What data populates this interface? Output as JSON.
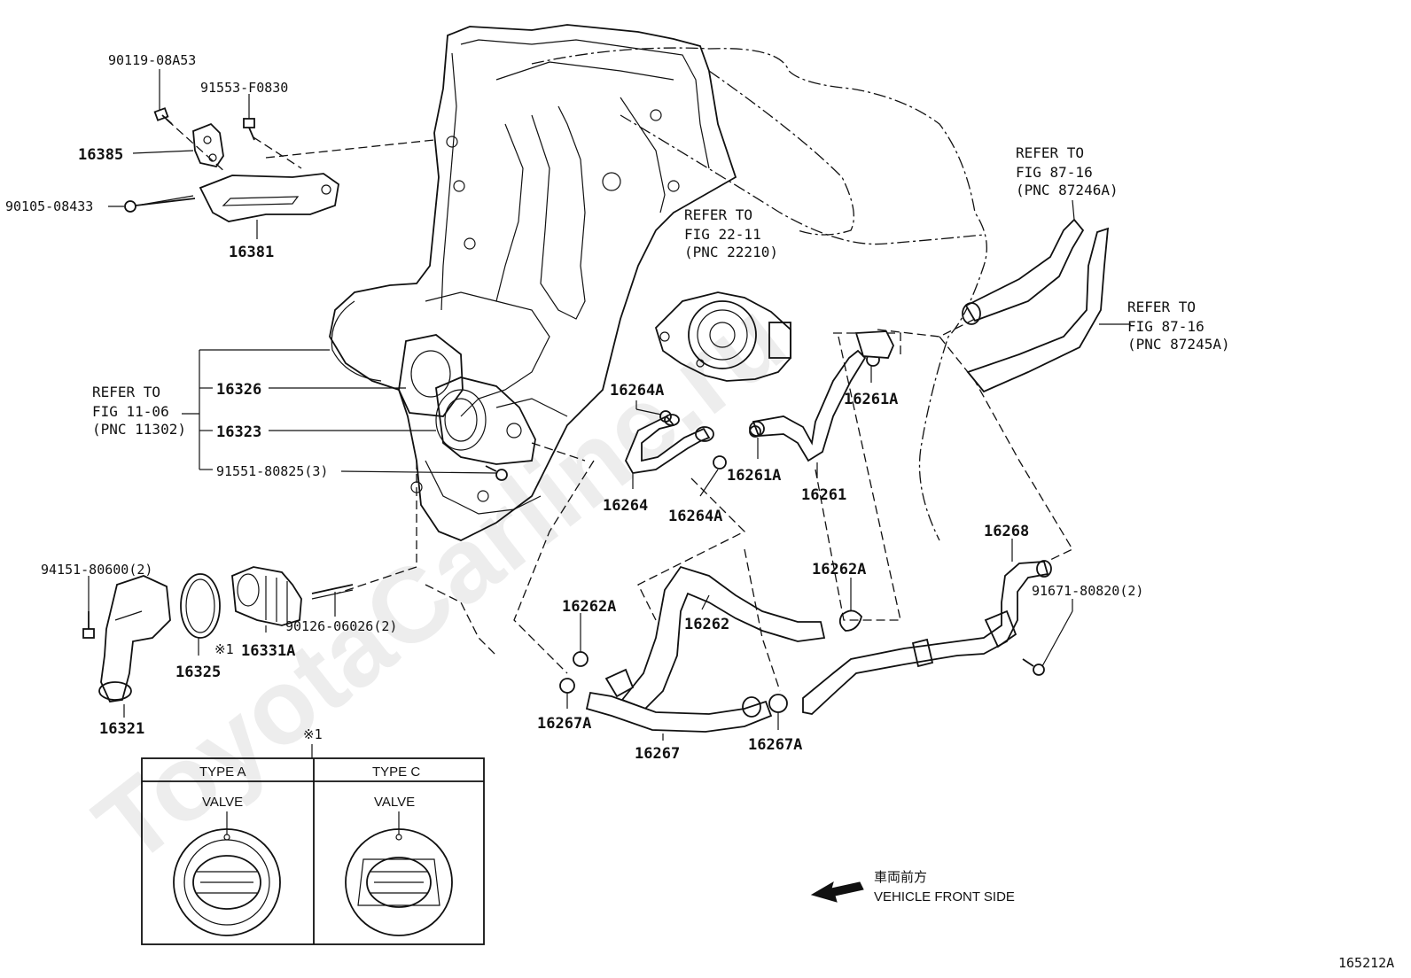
{
  "watermark": "ToyotaCarline.ru",
  "diagram_id": "165212A",
  "parts": {
    "p90119": "90119-08A53",
    "p91553": "91553-F0830",
    "p16385": "16385",
    "p90105": "90105-08433",
    "p16381": "16381",
    "p16326": "16326",
    "p16323": "16323",
    "p91551": "91551-80825(3)",
    "p94151": "94151-80600(2)",
    "p16321": "16321",
    "p16325": "16325",
    "p16331A": "16331A",
    "p16331A_mark": "※1",
    "p90126": "90126-06026(2)",
    "p16264A_top": "16264A",
    "p16264": "16264",
    "p16264A_bottom": "16264A",
    "p16261A_top": "16261A",
    "p16261A_mid": "16261A",
    "p16261": "16261",
    "p16262A_right": "16262A",
    "p16262A_left": "16262A",
    "p16262": "16262",
    "p16267A_left": "16267A",
    "p16267": "16267",
    "p16267A_right": "16267A",
    "p16268": "16268",
    "p91671": "91671-80820(2)"
  },
  "refs": {
    "fig11": {
      "line1": "REFER TO",
      "line2": "FIG 11-06",
      "line3": "(PNC 11302)"
    },
    "fig22": {
      "line1": "REFER TO",
      "line2": "FIG 22-11",
      "line3": "(PNC 22210)"
    },
    "fig87a": {
      "line1": "REFER TO",
      "line2": "FIG 87-16",
      "line3": "(PNC 87246A)"
    },
    "fig87b": {
      "line1": "REFER TO",
      "line2": "FIG 87-16",
      "line3": "(PNC 87245A)"
    }
  },
  "legend": {
    "mark": "※1",
    "type_a": "TYPE A",
    "type_c": "TYPE C",
    "valve_a": "VALVE",
    "valve_c": "VALVE"
  },
  "direction": {
    "japanese": "車両前方",
    "english": "VEHICLE FRONT SIDE"
  }
}
